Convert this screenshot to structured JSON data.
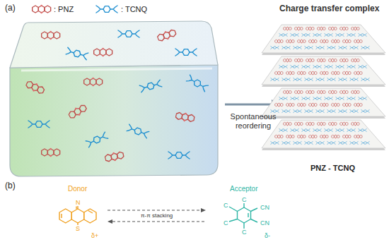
{
  "diagram": {
    "labels": [
      "(a)",
      "Charge transfer complex",
      "Spontaneous reordering",
      "PNZ - TCNQ",
      "(b)",
      "Donor",
      "Acceptor",
      "N",
      "S",
      "π-π stacking",
      "δ+",
      "δ-",
      "C",
      "C",
      "C",
      "C",
      "CN",
      "CN"
    ],
    "legend": [
      {
        "text": ": PNZ"
      },
      {
        "text": ": TCNQ"
      }
    ]
  }
}
